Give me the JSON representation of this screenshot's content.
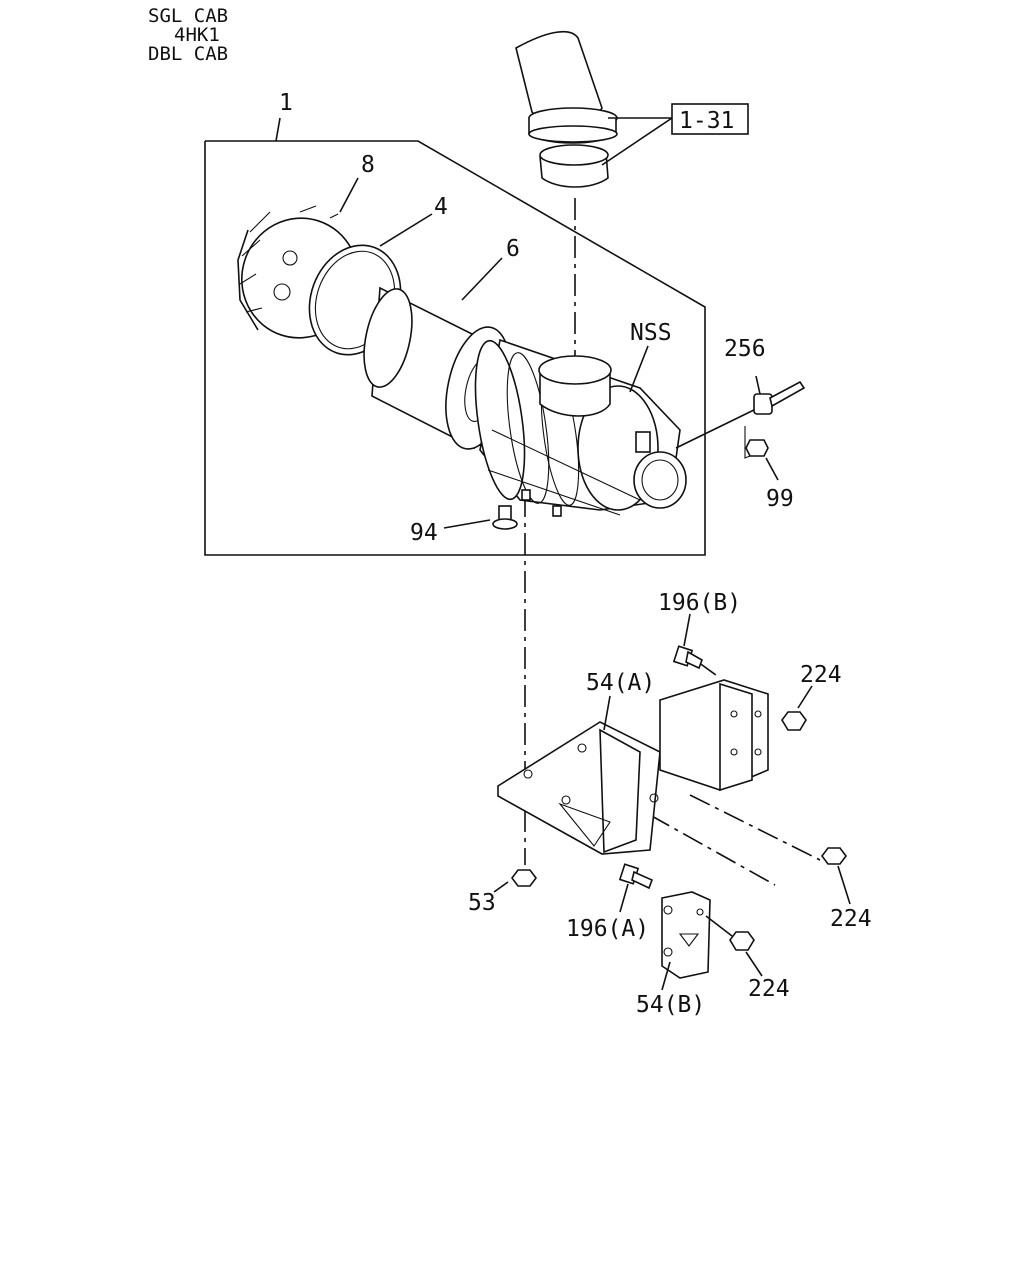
{
  "header": {
    "line1": "SGL CAB",
    "line2": "4HK1",
    "line3": "DBL CAB"
  },
  "callouts": {
    "assembly": "1",
    "ref_box": "1-31",
    "outer_cover": "8",
    "seal_ring": "4",
    "filter_element": "6",
    "nss": "NSS",
    "sensor": "256",
    "sensor_nut": "99",
    "drain_valve": "94",
    "bolt_b": "196(B)",
    "bracket_a": "54(A)",
    "nut_upper": "224",
    "nut_right": "224",
    "nut_lower": "224",
    "nut_53": "53",
    "bolt_a": "196(A)",
    "bracket_b": "54(B)"
  }
}
